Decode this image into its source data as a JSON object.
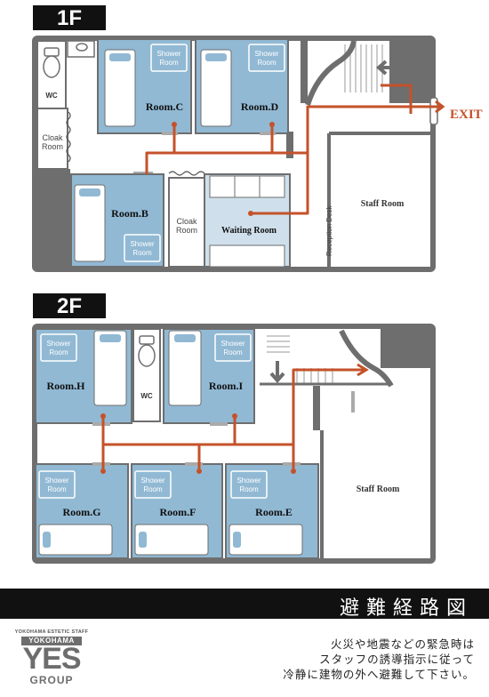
{
  "floors": {
    "first": {
      "label": "1F",
      "rooms": {
        "c": "Room.C",
        "d": "Room.D",
        "b": "Room.B",
        "waiting": "Waiting Room",
        "staff": "Staff Room",
        "reception": "Reception Desk",
        "wc": "WC"
      },
      "shower": [
        "Shower",
        "Room"
      ],
      "cloak": [
        "Cloak",
        "Room"
      ],
      "exit": "EXIT"
    },
    "second": {
      "label": "2F",
      "rooms": {
        "h": "Room.H",
        "i": "Room.I",
        "g": "Room.G",
        "f": "Room.F",
        "e": "Room.E",
        "staff": "Staff Room",
        "wc": "WC"
      },
      "shower": [
        "Shower",
        "Room"
      ]
    }
  },
  "footer": {
    "title": "避難経路図",
    "notice": [
      "火災や地震などの緊急時は",
      "スタッフの誘導指示に従って",
      "冷静に建物の外へ避難して下さい。"
    ]
  },
  "logo": {
    "small": "YOKOHAMA ESTETIC STAFF",
    "city": "YOKOHAMA",
    "name": "YES",
    "group": "GROUP"
  },
  "colors": {
    "wall": "#6e6e6e",
    "room": "#91b9d4",
    "waiting": "#cfe0ec",
    "route": "#c4522a",
    "floor_label_bg": "#111111"
  }
}
